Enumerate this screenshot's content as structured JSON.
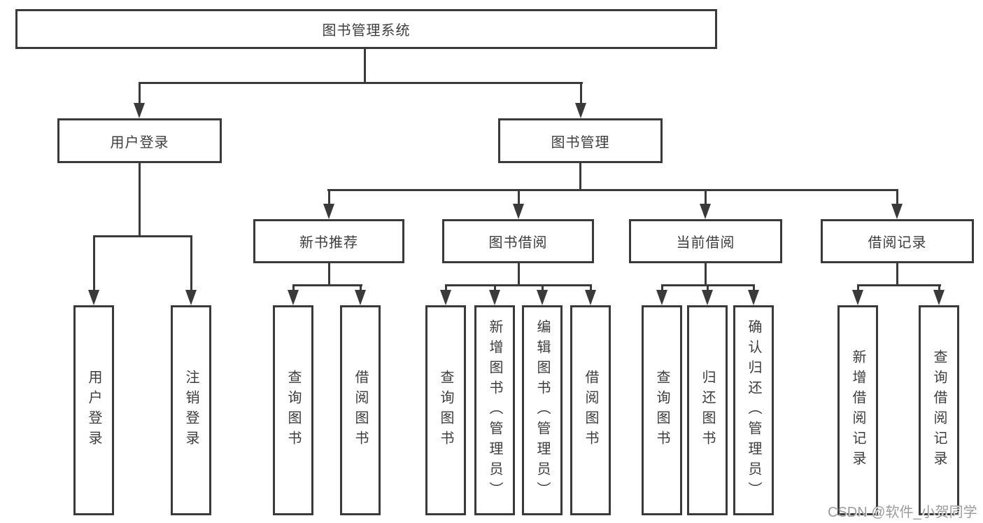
{
  "diagram": {
    "title": "图书管理系统",
    "watermark": "CSDN @软件_小贺同学",
    "colors": {
      "line": "#3a3a3a",
      "box_border": "#3a3a3a",
      "text": "#3d3d3d",
      "watermark": "#9c9c9c",
      "background": "#ffffff"
    },
    "tree": {
      "root": {
        "label": "图书管理系统"
      },
      "branches": [
        {
          "label": "用户登录",
          "children": [
            {
              "label": "用户登录"
            },
            {
              "label": "注销登录"
            }
          ]
        },
        {
          "label": "图书管理",
          "children": [
            {
              "label": "新书推荐",
              "children": [
                {
                  "label": "查询图书"
                },
                {
                  "label": "借阅图书"
                }
              ]
            },
            {
              "label": "图书借阅",
              "children": [
                {
                  "label": "查询图书"
                },
                {
                  "label": "新增图书（管理员）"
                },
                {
                  "label": "编辑图书（管理员）"
                },
                {
                  "label": "借阅图书"
                }
              ]
            },
            {
              "label": "当前借阅",
              "children": [
                {
                  "label": "查询图书"
                },
                {
                  "label": "归还图书"
                },
                {
                  "label": "确认归还（管理员）"
                }
              ]
            },
            {
              "label": "借阅记录",
              "children": [
                {
                  "label": "新增借阅记录"
                },
                {
                  "label": "查询借阅记录"
                }
              ]
            }
          ]
        }
      ]
    }
  }
}
